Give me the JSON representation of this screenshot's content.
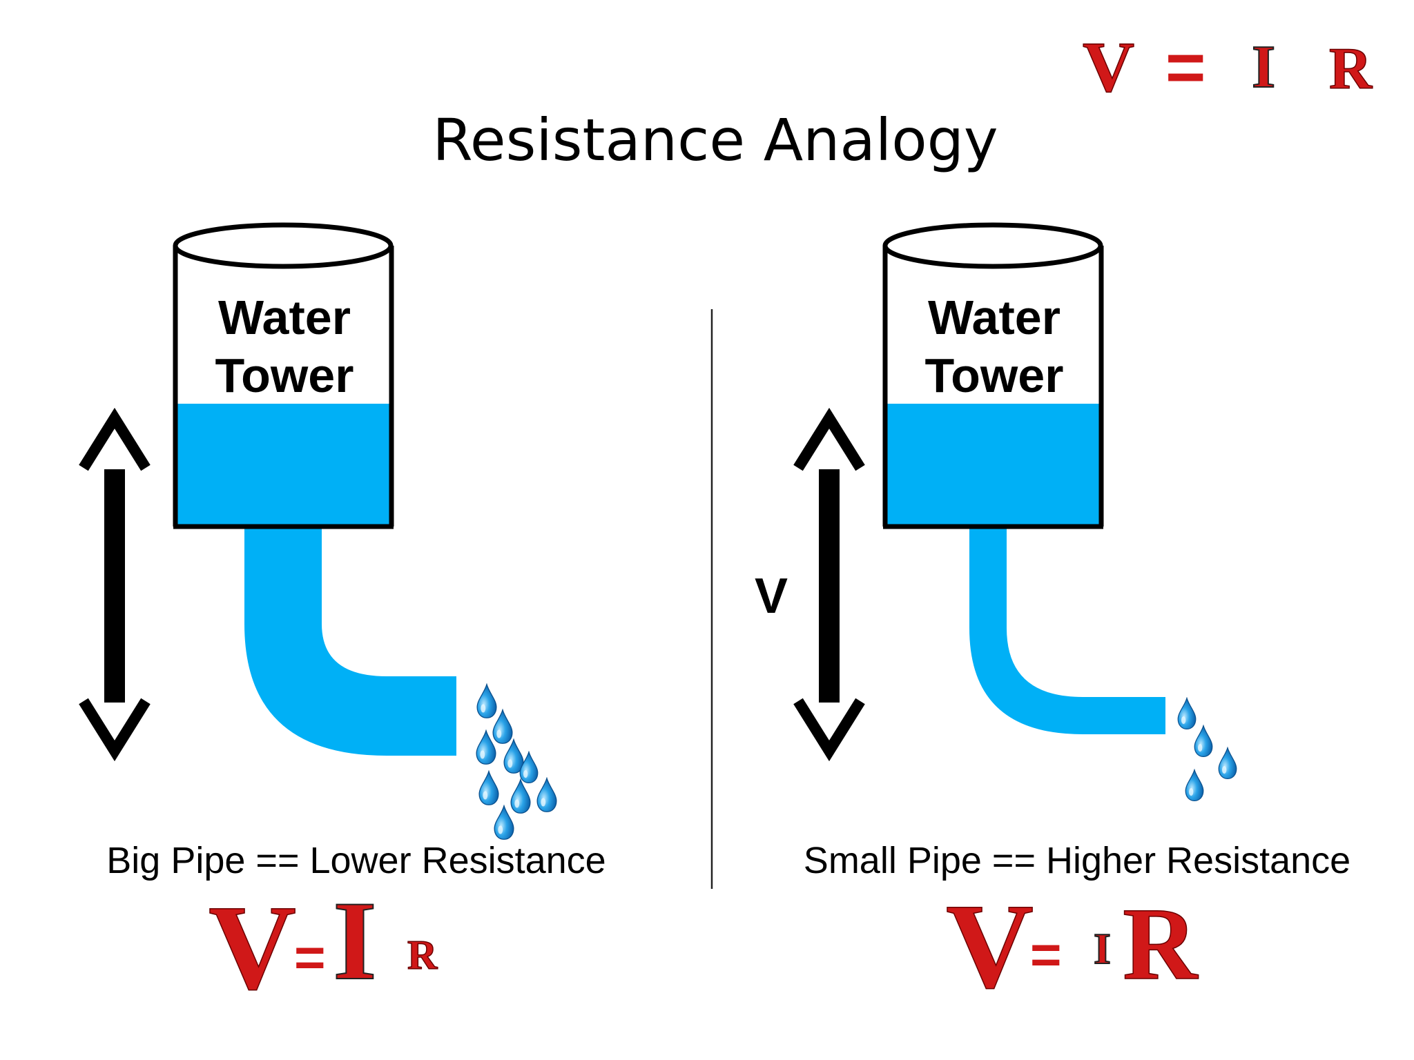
{
  "title": "Resistance Analogy",
  "corner_formula": {
    "v": "V",
    "eq": "=",
    "i": "I",
    "r": "R"
  },
  "left_panel": {
    "tower_label_line1": "Water",
    "tower_label_line2": "Tower",
    "caption": "Big Pipe == Lower Resistance",
    "formula": {
      "v": "V",
      "eq": "=",
      "i": "I",
      "r": "R"
    },
    "pipe": "big"
  },
  "right_panel": {
    "tower_label_line1": "Water",
    "tower_label_line2": "Tower",
    "voltage_label": "V",
    "caption": "Small Pipe == Higher Resistance",
    "formula": {
      "v": "V",
      "eq": "=",
      "i": "I",
      "r": "R"
    },
    "pipe": "small"
  },
  "colors": {
    "water": "#00b0f6",
    "formula_red": "#d01818",
    "outline": "#000000",
    "droplet": "#1a8fd6"
  },
  "icons": [
    "double-arrow-icon",
    "water-droplet-icon"
  ]
}
